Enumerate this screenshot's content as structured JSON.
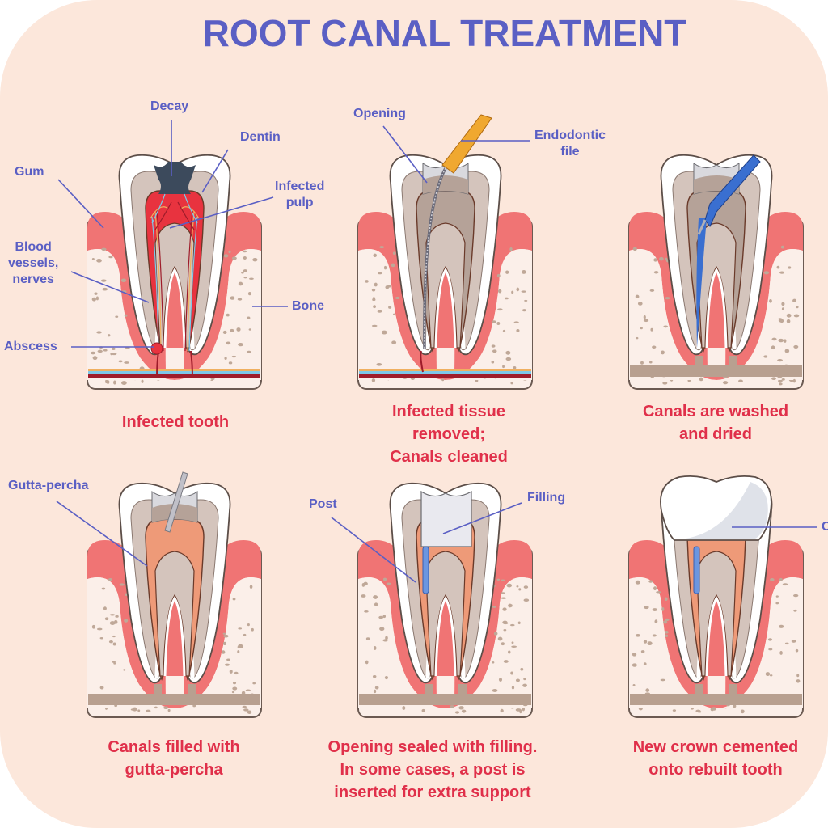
{
  "title": "ROOT CANAL TREATMENT",
  "colors": {
    "background": "#fce7db",
    "title": "#5a5fc4",
    "label": "#5a5fc4",
    "caption": "#e0304a",
    "gum": "#f07474",
    "bone": "#fbefe9",
    "enamel": "#ffffff",
    "dentin": "#d4c4bc",
    "pulp_infected": "#e8333f",
    "pulp_cleaned": "#b5a298",
    "gutta_percha": "#ee9a78",
    "decay": "#3c4a5c",
    "file": "#f0a830",
    "irrigator": "#3a6fd0",
    "post": "#6c96e0",
    "filling": "#e9e9ef",
    "crown": "#ffffff"
  },
  "panels": [
    {
      "stage": "infected",
      "caption": [
        "Infected tooth"
      ],
      "labels": [
        {
          "id": "decay",
          "text": [
            "Decay"
          ]
        },
        {
          "id": "dentin",
          "text": [
            "Dentin"
          ]
        },
        {
          "id": "gum",
          "text": [
            "Gum"
          ]
        },
        {
          "id": "infected-pulp",
          "text": [
            "Infected",
            "pulp"
          ]
        },
        {
          "id": "blood-vessels-nerves",
          "text": [
            "Blood",
            "vessels,",
            "nerves"
          ]
        },
        {
          "id": "bone",
          "text": [
            "Bone"
          ]
        },
        {
          "id": "abscess",
          "text": [
            "Abscess"
          ]
        }
      ]
    },
    {
      "stage": "cleaning",
      "caption": [
        "Infected tissue",
        "removed;",
        "Canals cleaned"
      ],
      "labels": [
        {
          "id": "opening",
          "text": [
            "Opening"
          ]
        },
        {
          "id": "endodontic-file",
          "text": [
            "Endodontic",
            "file"
          ]
        }
      ]
    },
    {
      "stage": "washing",
      "caption": [
        "Canals are  washed",
        "and dried"
      ],
      "labels": []
    },
    {
      "stage": "filled",
      "caption": [
        "Canals filled with",
        "gutta-percha"
      ],
      "labels": [
        {
          "id": "gutta-percha",
          "text": [
            "Gutta-percha"
          ]
        }
      ]
    },
    {
      "stage": "sealed",
      "caption": [
        "Opening sealed with filling.",
        "In some cases, a post is",
        "inserted for extra support"
      ],
      "labels": [
        {
          "id": "post",
          "text": [
            "Post"
          ]
        },
        {
          "id": "filling",
          "text": [
            "Filling"
          ]
        }
      ]
    },
    {
      "stage": "crowned",
      "caption": [
        "New crown cemented",
        "onto rebuilt tooth"
      ],
      "labels": [
        {
          "id": "crown",
          "text": [
            "C"
          ]
        }
      ]
    }
  ]
}
